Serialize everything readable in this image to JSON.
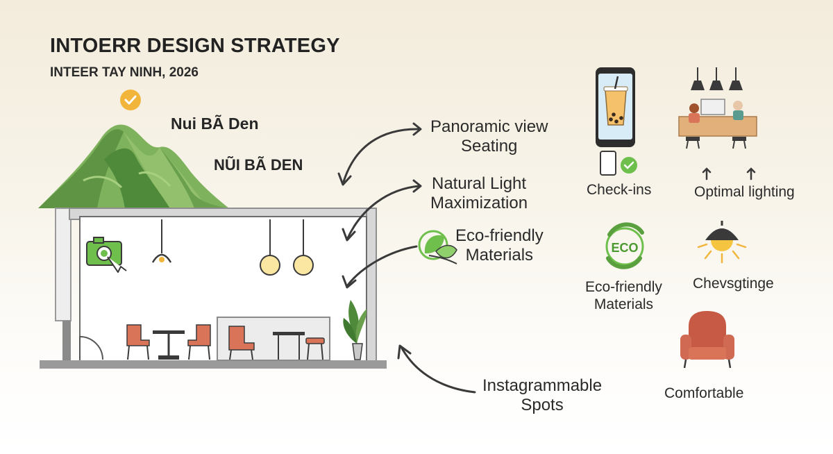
{
  "header": {
    "title": "INTOERR DESIGN STRATEGY",
    "subtitle": "INTEER TAY NINH, 2026"
  },
  "mountain": {
    "label_1": "Nui BÃ Den",
    "label_2": "NŨI BÃ DEN"
  },
  "callouts": {
    "panoramic_line1": "Panoramic view",
    "panoramic_line2": "Seating",
    "light_line1": "Natural Light",
    "light_line2": "Maximization",
    "eco_line1": "Eco-friendly",
    "eco_line2": "Materials",
    "insta_line1": "Instagrammable",
    "insta_line2": "Spots"
  },
  "features": {
    "checkins": "Check-ins",
    "optimal_lighting": "Optimal lighting",
    "eco_line1": "Eco-friendly",
    "eco_line2": "Materials",
    "chevsgtinge": "Chevsgtinge",
    "comfortable": "Comfortable",
    "eco_badge": "ECO"
  },
  "colors": {
    "mountain_green": "#6fa84f",
    "accent_yellow": "#f2b53b",
    "chair_terracotta": "#d97458",
    "outline_dark": "#3a3a3a",
    "wall_gray": "#9a9a9a"
  }
}
